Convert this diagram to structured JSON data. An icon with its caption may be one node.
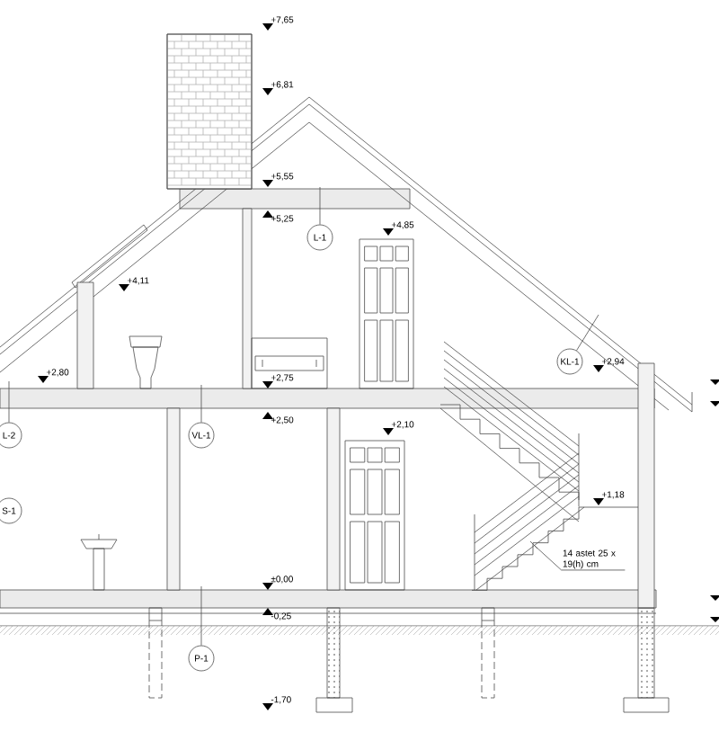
{
  "diagram": {
    "nodes": [
      {
        "text": [
          "L-1"
        ]
      },
      {
        "text": [
          "KL-1"
        ]
      },
      {
        "text": [
          "L-2"
        ]
      },
      {
        "text": [
          "VL-1"
        ]
      },
      {
        "text": [
          "S-1"
        ]
      },
      {
        "text": [
          "P-1"
        ]
      },
      {
        "text": [
          "14 astet 25 x 19(h) cm"
        ]
      }
    ],
    "edges": [
      {
        "from": 0,
        "to": null,
        "arrow": "none"
      },
      {
        "from": 1,
        "to": null,
        "arrow": "none"
      },
      {
        "from": 2,
        "to": null,
        "arrow": "none"
      },
      {
        "from": 3,
        "to": null,
        "arrow": "none"
      },
      {
        "from": 5,
        "to": null,
        "arrow": "none"
      },
      {
        "from": 6,
        "to": null,
        "arrow": "none"
      }
    ],
    "labels": [
      "+7,65",
      "+6,81",
      "+5,55",
      "+5,25",
      "+4,85",
      "+4,11",
      "+2,94",
      "+2,80",
      "+2,75",
      "+2,50",
      "+2,10",
      "+1,18",
      "±0,00",
      "-0,25",
      "-1,70"
    ]
  }
}
